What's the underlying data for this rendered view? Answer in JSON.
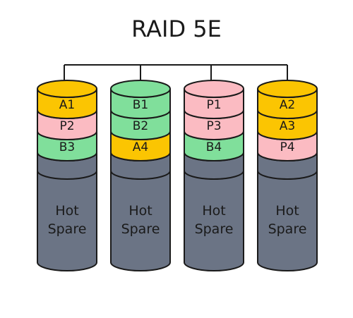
{
  "title": "RAID 5E",
  "colors": {
    "data_a": "#fbc502",
    "data_b": "#80df9b",
    "parity": "#fbbbc2",
    "spare": "#6b7485",
    "outline": "#1a1a1a",
    "connector": "#1a1a1a",
    "text": "#1a1a1a"
  },
  "disks": [
    {
      "blocks": [
        {
          "label": "A1",
          "kind": "data_a"
        },
        {
          "label": "P2",
          "kind": "parity"
        },
        {
          "label": "B3",
          "kind": "data_b"
        }
      ],
      "spare_label": [
        "Hot",
        "Spare"
      ]
    },
    {
      "blocks": [
        {
          "label": "B1",
          "kind": "data_b"
        },
        {
          "label": "B2",
          "kind": "data_b"
        },
        {
          "label": "A4",
          "kind": "data_a"
        }
      ],
      "spare_label": [
        "Hot",
        "Spare"
      ]
    },
    {
      "blocks": [
        {
          "label": "P1",
          "kind": "parity"
        },
        {
          "label": "P3",
          "kind": "parity"
        },
        {
          "label": "B4",
          "kind": "data_b"
        }
      ],
      "spare_label": [
        "Hot",
        "Spare"
      ]
    },
    {
      "blocks": [
        {
          "label": "A2",
          "kind": "data_a"
        },
        {
          "label": "A3",
          "kind": "data_a"
        },
        {
          "label": "P4",
          "kind": "parity"
        }
      ],
      "spare_label": [
        "Hot",
        "Spare"
      ]
    }
  ]
}
